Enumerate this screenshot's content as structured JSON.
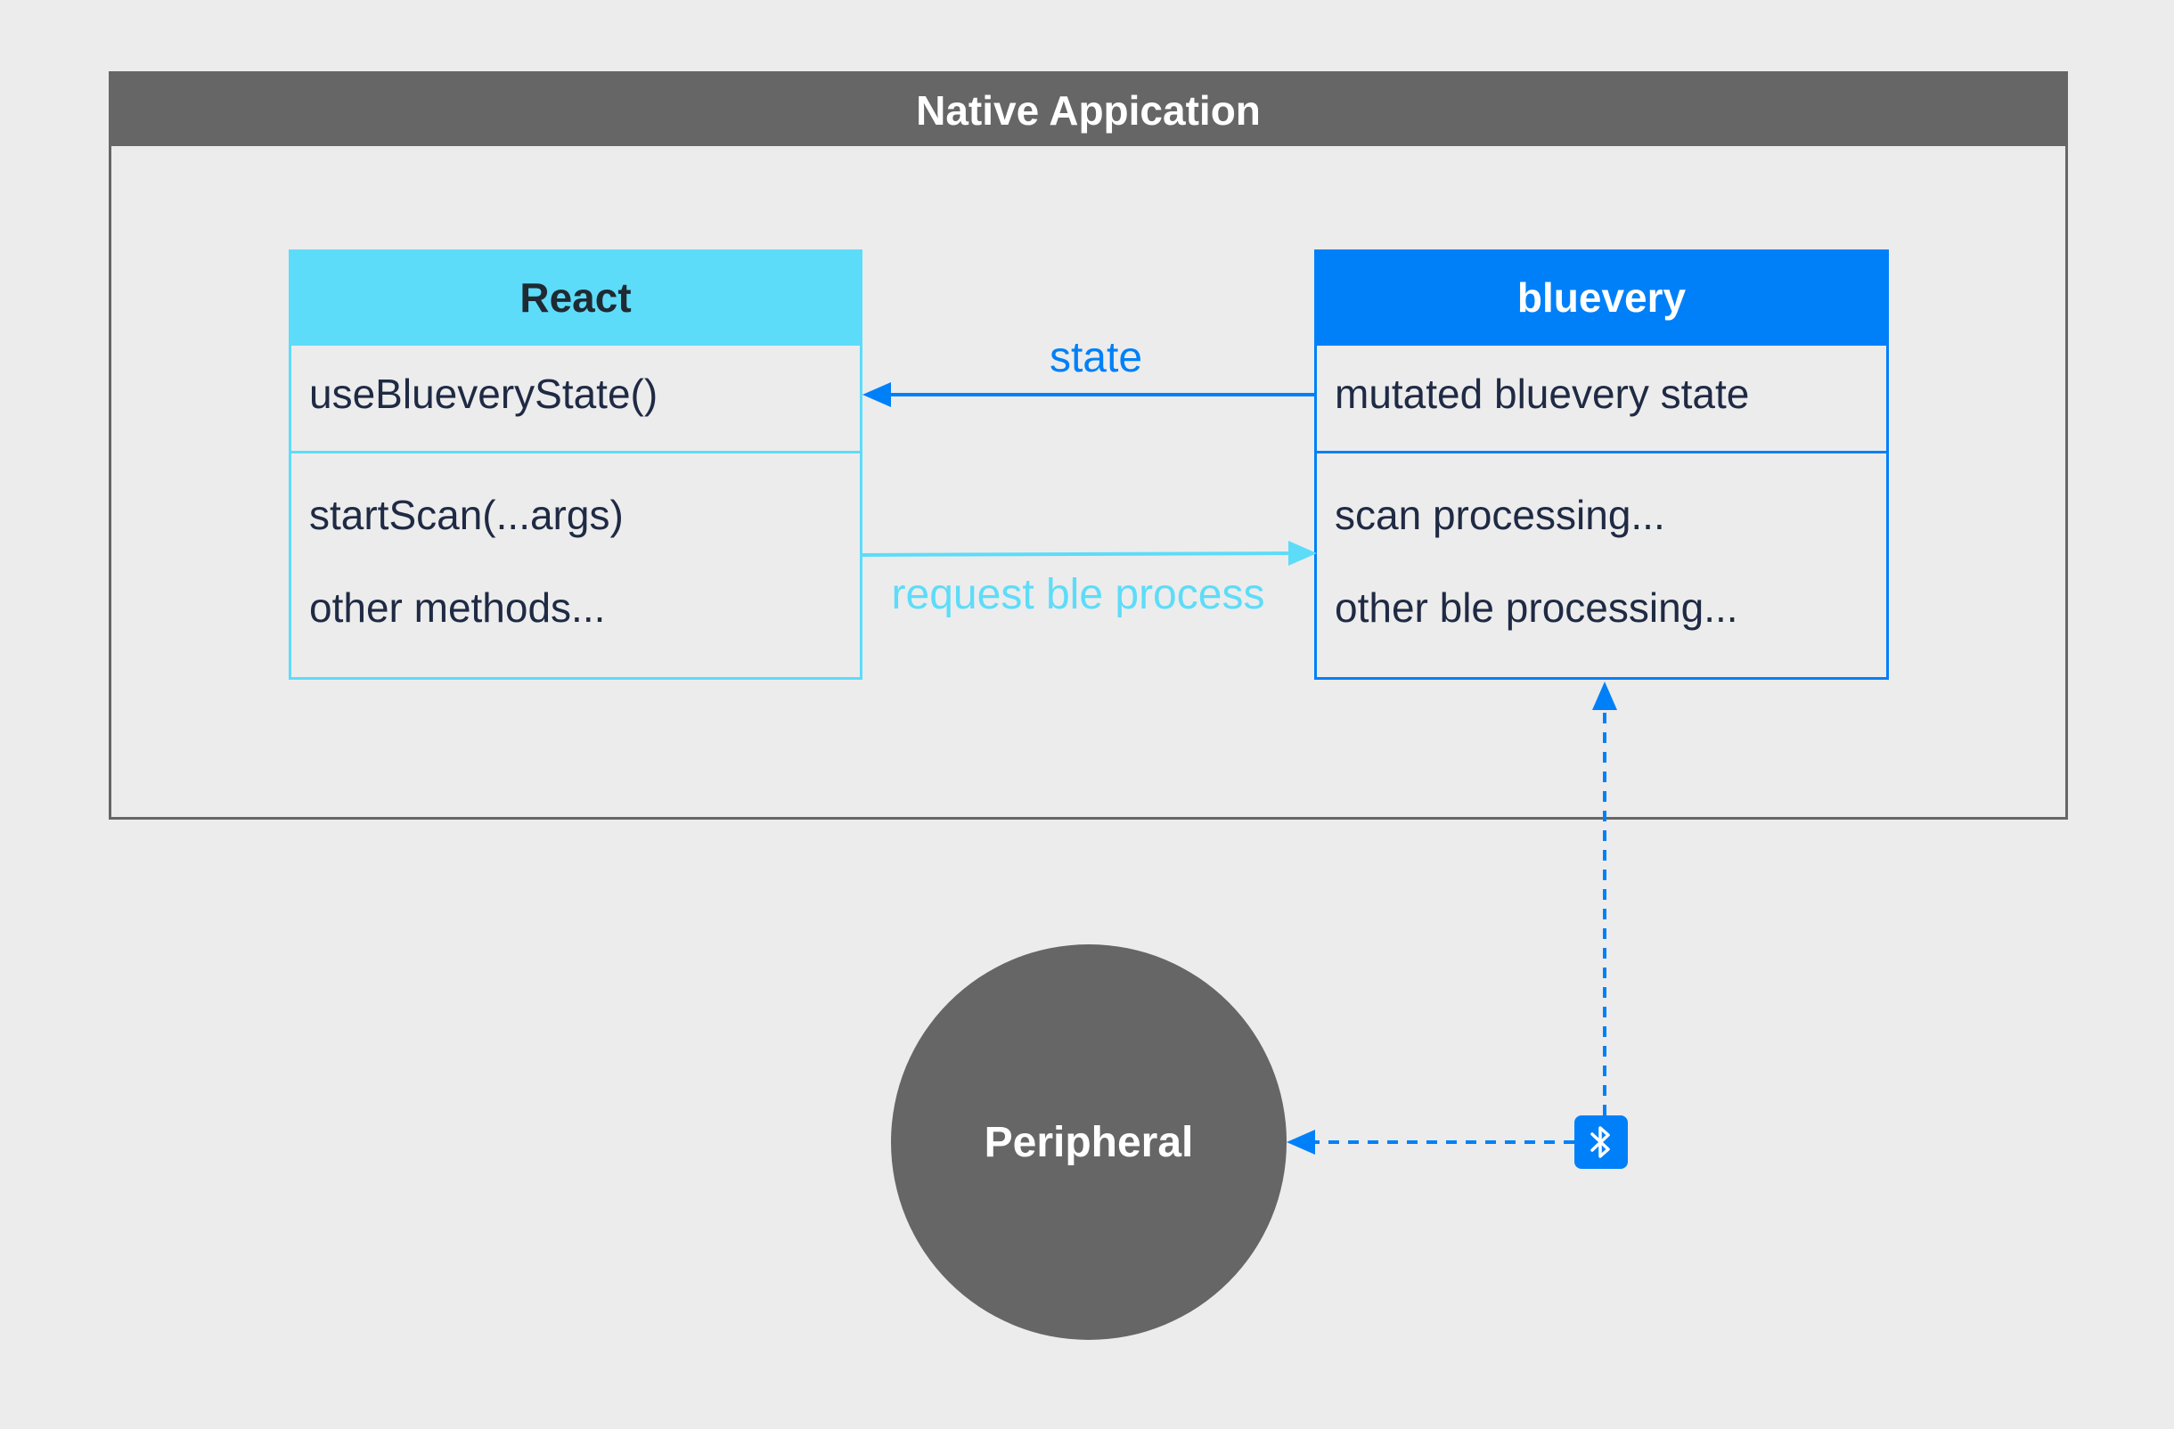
{
  "frame": {
    "title": "Native Appication"
  },
  "react": {
    "title": "React",
    "state_row": "useBlueveryState()",
    "methods": [
      "startScan(...args)",
      "other methods..."
    ]
  },
  "bluevery": {
    "title": "bluevery",
    "state_row": "mutated bluevery state",
    "processes": [
      "scan processing...",
      "other ble processing..."
    ]
  },
  "edges": {
    "state_label": "state",
    "request_label": "request ble process"
  },
  "peripheral": {
    "label": "Peripheral"
  },
  "bluetooth": {
    "icon": "bluetooth-icon"
  },
  "colors": {
    "frame": "#666666",
    "react": "#5ddcf9",
    "bluevery": "#0080f8",
    "background": "#ececec",
    "text": "#1f2a44"
  }
}
